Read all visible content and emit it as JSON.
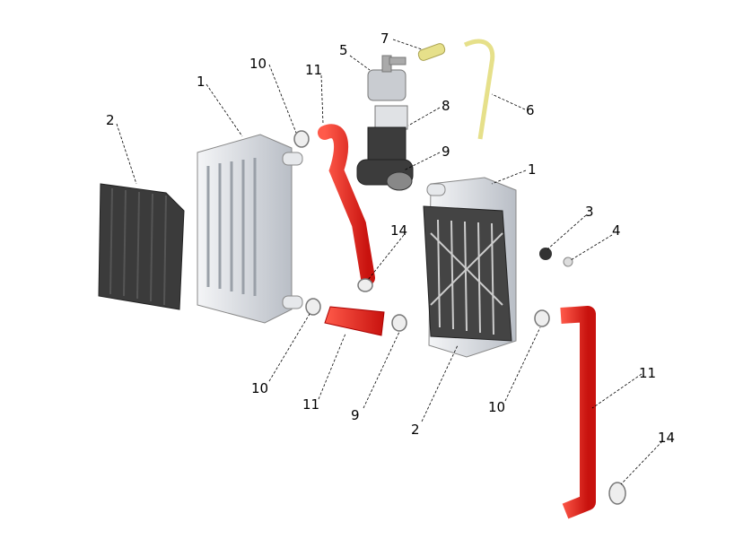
{
  "diagram": {
    "callouts": [
      {
        "id": "c7a",
        "text": "7"
      },
      {
        "id": "c5",
        "text": "5"
      },
      {
        "id": "c10a",
        "text": "10"
      },
      {
        "id": "c11a",
        "text": "11"
      },
      {
        "id": "c1a",
        "text": "1"
      },
      {
        "id": "c8",
        "text": "8"
      },
      {
        "id": "c6",
        "text": "6"
      },
      {
        "id": "c2a",
        "text": "2"
      },
      {
        "id": "c9a",
        "text": "9"
      },
      {
        "id": "c1b",
        "text": "1"
      },
      {
        "id": "c3",
        "text": "3"
      },
      {
        "id": "c14a",
        "text": "14"
      },
      {
        "id": "c4",
        "text": "4"
      },
      {
        "id": "c10b",
        "text": "10"
      },
      {
        "id": "c11b",
        "text": "11"
      },
      {
        "id": "c9b",
        "text": "9"
      },
      {
        "id": "c2b",
        "text": "2"
      },
      {
        "id": "c10c",
        "text": "10"
      },
      {
        "id": "c11c",
        "text": "11"
      },
      {
        "id": "c14b",
        "text": "14"
      }
    ],
    "colors": {
      "hose": "#e8221e",
      "radiator": "#d9dde2",
      "guard": "#3a3a3a",
      "tube": "#e6e08a"
    }
  }
}
